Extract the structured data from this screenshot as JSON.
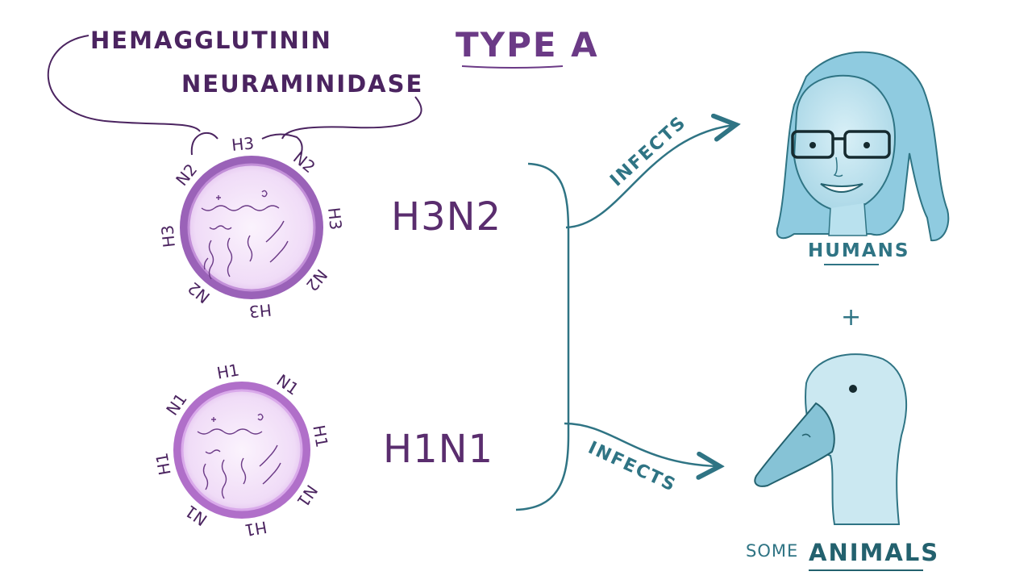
{
  "colors": {
    "purple": "#5a2d6e",
    "purple_mid": "#9a62b8",
    "violet_fill": "#efdcf7",
    "violet_ring": "#c28fd8",
    "teal": "#2f7484",
    "teal_fill": "#bfe3ef",
    "teal_dark": "#23616e"
  },
  "title": "TYPE A",
  "proteins": {
    "hemagglutinin": "HEMAGGLUTININ",
    "neuraminidase": "NEURAMINIDASE"
  },
  "viruses": [
    {
      "name": "H3N2",
      "label": "H3N2",
      "spike_labels": [
        "H3",
        "N2",
        "H3",
        "N2",
        "H3",
        "N2",
        "H3",
        "N2"
      ]
    },
    {
      "name": "H1N1",
      "label": "H1N1",
      "spike_labels": [
        "H1",
        "N1",
        "H1",
        "N1",
        "H1",
        "N1",
        "H1",
        "N1"
      ]
    }
  ],
  "arrows": [
    {
      "label": "INFECTS"
    },
    {
      "label": "INFECTS"
    }
  ],
  "hosts": {
    "humans": "HUMANS",
    "plus": "+",
    "some": "SOME",
    "animals": "ANIMALS"
  }
}
